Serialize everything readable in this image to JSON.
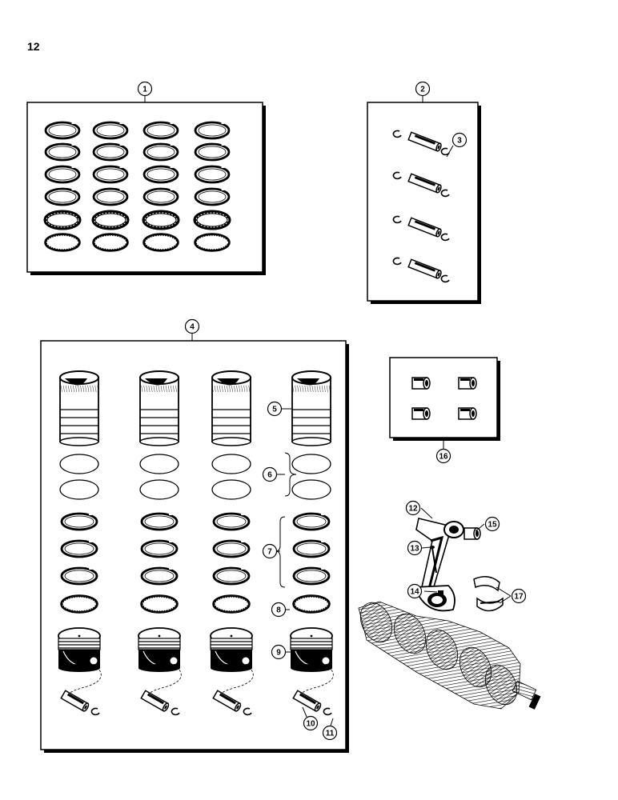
{
  "page": {
    "number": "12"
  },
  "colors": {
    "ink": "#000000",
    "paper": "#ffffff",
    "shade": "#555555"
  },
  "panels": [
    {
      "id": "piston-ring-set",
      "callout": "1"
    },
    {
      "id": "piston-pin-set",
      "callout": "2"
    },
    {
      "id": "sleeve-piston-kit",
      "callout": "4"
    },
    {
      "id": "bushing-set",
      "callout": "16"
    }
  ],
  "callouts": [
    "1",
    "2",
    "3",
    "4",
    "5",
    "6",
    "7",
    "8",
    "9",
    "10",
    "11",
    "12",
    "13",
    "14",
    "15",
    "16",
    "17"
  ]
}
